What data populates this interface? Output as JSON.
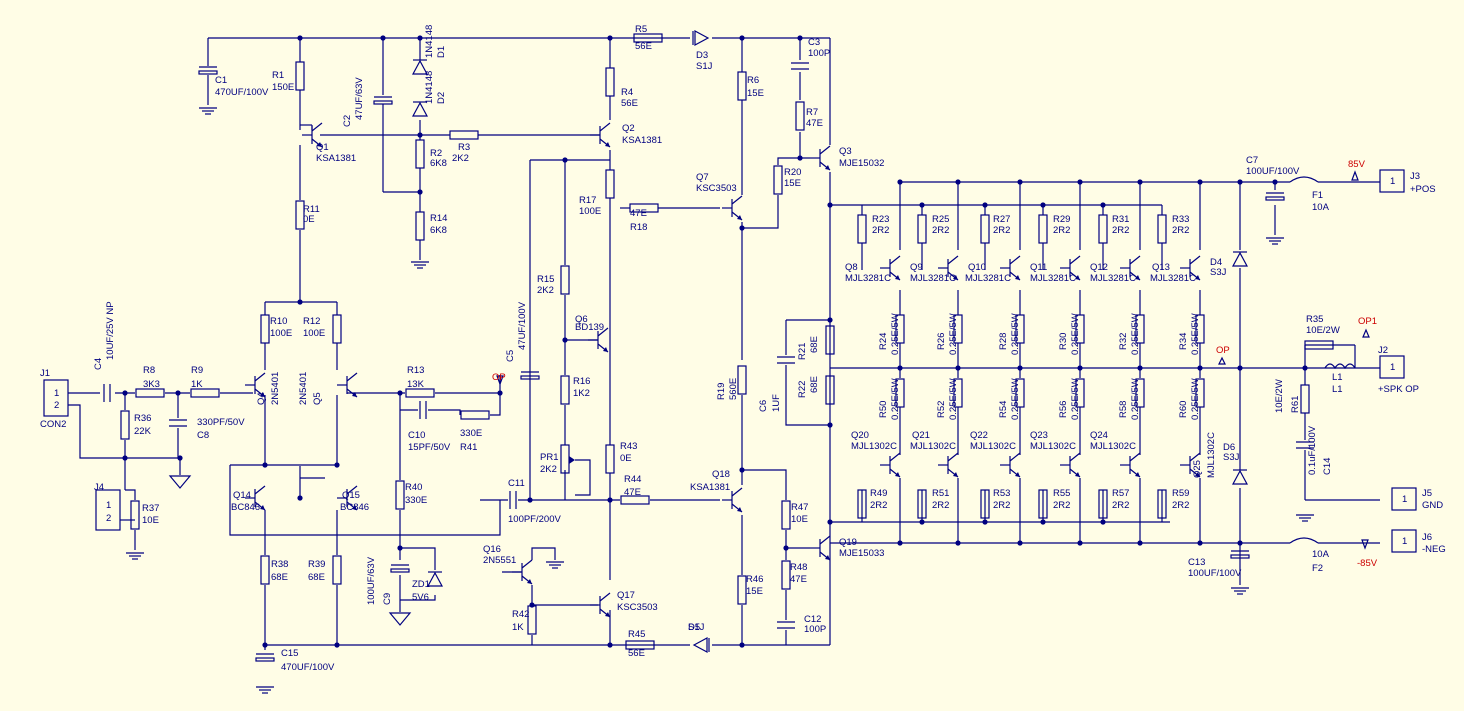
{
  "colors": {
    "background": "#fffde6",
    "wire": "#000080",
    "net_label": "#cc0000"
  },
  "resistors": [
    {
      "ref": "R1",
      "value": "150E"
    },
    {
      "ref": "R2",
      "value": "6K8"
    },
    {
      "ref": "R3",
      "value": "2K2"
    },
    {
      "ref": "R4",
      "value": "56E"
    },
    {
      "ref": "R5",
      "value": "56E"
    },
    {
      "ref": "R6",
      "value": "15E"
    },
    {
      "ref": "R7",
      "value": "47E"
    },
    {
      "ref": "R8",
      "value": "3K3"
    },
    {
      "ref": "R9",
      "value": "1K"
    },
    {
      "ref": "R10",
      "value": "100E"
    },
    {
      "ref": "R11",
      "value": "0E"
    },
    {
      "ref": "R12",
      "value": "100E"
    },
    {
      "ref": "R13",
      "value": "13K"
    },
    {
      "ref": "R14",
      "value": "6K8"
    },
    {
      "ref": "R15",
      "value": "2K2"
    },
    {
      "ref": "R16",
      "value": "1K2"
    },
    {
      "ref": "R17",
      "value": "100E"
    },
    {
      "ref": "R18",
      "value": "47E"
    },
    {
      "ref": "R19",
      "value": "560E"
    },
    {
      "ref": "R20",
      "value": "15E"
    },
    {
      "ref": "R21",
      "value": "68E"
    },
    {
      "ref": "R22",
      "value": "68E"
    },
    {
      "ref": "R23",
      "value": "2R2"
    },
    {
      "ref": "R24",
      "value": "0.25E/5W"
    },
    {
      "ref": "R25",
      "value": "2R2"
    },
    {
      "ref": "R26",
      "value": "0.25E/5W"
    },
    {
      "ref": "R27",
      "value": "2R2"
    },
    {
      "ref": "R28",
      "value": "0.25E/5W"
    },
    {
      "ref": "R29",
      "value": "2R2"
    },
    {
      "ref": "R30",
      "value": "0.25E/5W"
    },
    {
      "ref": "R31",
      "value": "2R2"
    },
    {
      "ref": "R32",
      "value": "0.25E/5W"
    },
    {
      "ref": "R33",
      "value": "2R2"
    },
    {
      "ref": "R34",
      "value": "0.25E/5W"
    },
    {
      "ref": "R35",
      "value": "10E/2W"
    },
    {
      "ref": "R36",
      "value": "22K"
    },
    {
      "ref": "R37",
      "value": "10E"
    },
    {
      "ref": "R38",
      "value": "68E"
    },
    {
      "ref": "R39",
      "value": "68E"
    },
    {
      "ref": "R40",
      "value": "330E"
    },
    {
      "ref": "R41",
      "value": "330E"
    },
    {
      "ref": "R42",
      "value": "1K"
    },
    {
      "ref": "R43",
      "value": "0E"
    },
    {
      "ref": "R44",
      "value": "47E"
    },
    {
      "ref": "R45",
      "value": "56E"
    },
    {
      "ref": "R46",
      "value": "15E"
    },
    {
      "ref": "R47",
      "value": "10E"
    },
    {
      "ref": "R48",
      "value": "47E"
    },
    {
      "ref": "R49",
      "value": "2R2"
    },
    {
      "ref": "R50",
      "value": "0.25E/5W"
    },
    {
      "ref": "R51",
      "value": "2R2"
    },
    {
      "ref": "R52",
      "value": "0.25E/5W"
    },
    {
      "ref": "R53",
      "value": "2R2"
    },
    {
      "ref": "R54",
      "value": "0.25E/5W"
    },
    {
      "ref": "R55",
      "value": "2R2"
    },
    {
      "ref": "R56",
      "value": "0.25E/5W"
    },
    {
      "ref": "R57",
      "value": "2R2"
    },
    {
      "ref": "R58",
      "value": "0.25E/5W"
    },
    {
      "ref": "R59",
      "value": "2R2"
    },
    {
      "ref": "R60",
      "value": "0.25E/5W"
    },
    {
      "ref": "R61",
      "value": "10E/2W"
    },
    {
      "ref": "PR1",
      "value": "2K2"
    }
  ],
  "capacitors": [
    {
      "ref": "C1",
      "value": "470UF/100V"
    },
    {
      "ref": "C2",
      "value": "47UF/63V"
    },
    {
      "ref": "C3",
      "value": "100P"
    },
    {
      "ref": "C4",
      "value": "10UF/25V NP"
    },
    {
      "ref": "C5",
      "value": "47UF/100V"
    },
    {
      "ref": "C6",
      "value": "1UF"
    },
    {
      "ref": "C7",
      "value": "100UF/100V"
    },
    {
      "ref": "C8",
      "value": "330PF/50V"
    },
    {
      "ref": "C9",
      "value": "100UF/63V"
    },
    {
      "ref": "C10",
      "value": "15PF/50V"
    },
    {
      "ref": "C11",
      "value": "100PF/200V"
    },
    {
      "ref": "C12",
      "value": "100P"
    },
    {
      "ref": "C13",
      "value": "100UF/100V"
    },
    {
      "ref": "C14",
      "value": "0.1uF/100V"
    },
    {
      "ref": "C15",
      "value": "470UF/100V"
    }
  ],
  "transistors": [
    {
      "ref": "Q1",
      "part": "KSA1381"
    },
    {
      "ref": "Q2",
      "part": "KSA1381"
    },
    {
      "ref": "Q3",
      "part": "MJE15032"
    },
    {
      "ref": "Q4",
      "part": "2N5401"
    },
    {
      "ref": "Q5",
      "part": "2N5401"
    },
    {
      "ref": "Q6",
      "part": "BD139"
    },
    {
      "ref": "Q7",
      "part": "KSC3503"
    },
    {
      "ref": "Q8",
      "part": "MJL3281C"
    },
    {
      "ref": "Q9",
      "part": "MJL3281C"
    },
    {
      "ref": "Q10",
      "part": "MJL3281C"
    },
    {
      "ref": "Q11",
      "part": "MJL3281C"
    },
    {
      "ref": "Q12",
      "part": "MJL3281C"
    },
    {
      "ref": "Q13",
      "part": "MJL3281C"
    },
    {
      "ref": "Q14",
      "part": "BC846"
    },
    {
      "ref": "Q15",
      "part": "BC846"
    },
    {
      "ref": "Q16",
      "part": "2N5551"
    },
    {
      "ref": "Q17",
      "part": "KSC3503"
    },
    {
      "ref": "Q18",
      "part": "KSA1381"
    },
    {
      "ref": "Q19",
      "part": "MJE15033"
    },
    {
      "ref": "Q20",
      "part": "MJL1302C"
    },
    {
      "ref": "Q21",
      "part": "MJL1302C"
    },
    {
      "ref": "Q22",
      "part": "MJL1302C"
    },
    {
      "ref": "Q23",
      "part": "MJL1302C"
    },
    {
      "ref": "Q24",
      "part": "MJL1302C"
    },
    {
      "ref": "Q25",
      "part": "MJL1302C"
    }
  ],
  "diodes": [
    {
      "ref": "D1",
      "part": "1N4148"
    },
    {
      "ref": "D2",
      "part": "1N4148"
    },
    {
      "ref": "D3",
      "part": "S1J"
    },
    {
      "ref": "D4",
      "part": "S3J"
    },
    {
      "ref": "D5",
      "part": "S1J"
    },
    {
      "ref": "D6",
      "part": "S3J"
    },
    {
      "ref": "ZD1",
      "part": "5V6"
    }
  ],
  "others": [
    {
      "ref": "F1",
      "value": "10A"
    },
    {
      "ref": "F2",
      "value": "10A"
    },
    {
      "ref": "L1",
      "value": "L1"
    }
  ],
  "connectors": [
    {
      "ref": "J1",
      "label": "CON2",
      "pins": [
        "1",
        "2"
      ]
    },
    {
      "ref": "J2",
      "label": "+SPK OP",
      "pins": [
        "1"
      ]
    },
    {
      "ref": "J3",
      "label": "+POS",
      "pins": [
        "1"
      ]
    },
    {
      "ref": "J4",
      "label": "",
      "pins": [
        "1",
        "2"
      ]
    },
    {
      "ref": "J5",
      "label": "GND",
      "pins": [
        "1"
      ]
    },
    {
      "ref": "J6",
      "label": "-NEG",
      "pins": [
        "1"
      ]
    }
  ],
  "net_labels": {
    "pos": "85V",
    "neg": "-85V",
    "op": "OP",
    "op1": "OP1"
  }
}
